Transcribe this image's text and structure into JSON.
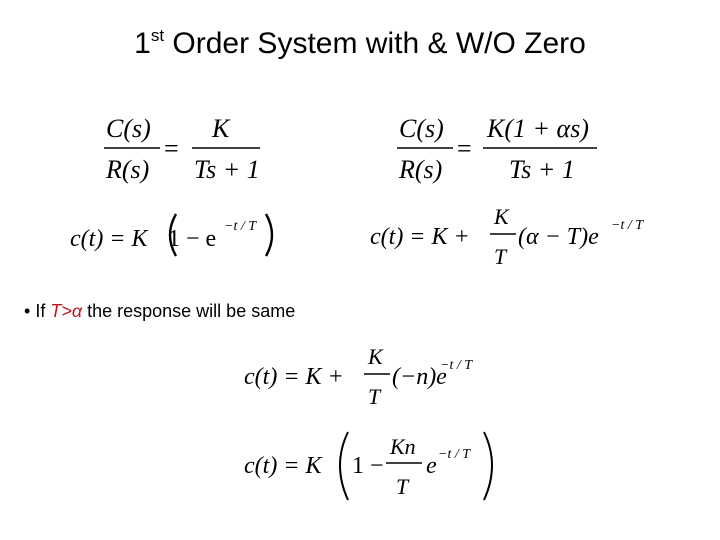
{
  "slide": {
    "title": {
      "number": "1",
      "superscript": "st",
      "text": " Order System with & W/O Zero"
    },
    "equations": {
      "eq1": {
        "lhs_num": "C(s)",
        "lhs_den": "R(s)",
        "rhs_num": "K",
        "rhs_den": "Ts + 1"
      },
      "eq2": {
        "lhs_num": "C(s)",
        "lhs_den": "R(s)",
        "rhs_num": "K(1 + αs)",
        "rhs_den": "Ts + 1"
      },
      "eq3": {
        "lhs": "c(t) = K",
        "inner": "1 − e",
        "exponent": "−t / T"
      },
      "eq4": {
        "lhs": "c(t) = K +",
        "frac_num": "K",
        "frac_den": "T",
        "tail": "(α − T)e",
        "exponent": "−t / T"
      },
      "eq5": {
        "lhs": "c(t) = K +",
        "frac_num": "K",
        "frac_den": "T",
        "tail": "(−n)e",
        "exponent": "−t / T"
      },
      "eq6": {
        "lhs": "c(t) = K",
        "one_minus": "1 −",
        "frac_num": "Kn",
        "frac_den": "T",
        "tail": "e",
        "exponent": "−t / T"
      }
    },
    "bullet": {
      "marker": "•",
      "prefix": " If ",
      "condition": "T>α",
      "suffix": " the response will be same"
    }
  }
}
